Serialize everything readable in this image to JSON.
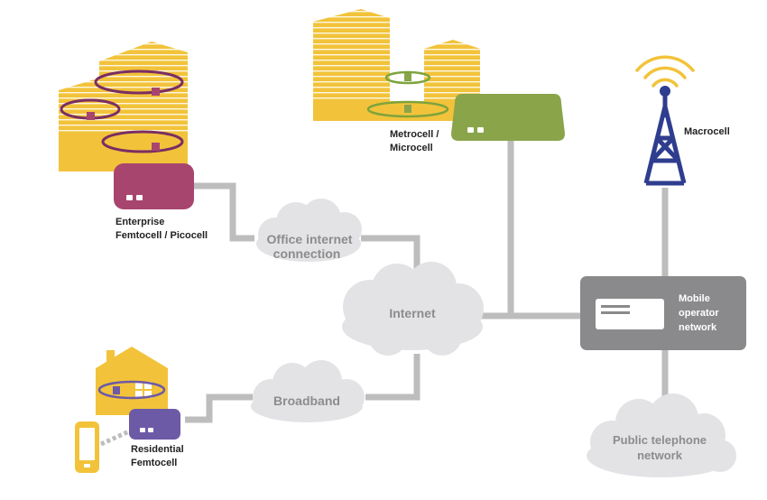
{
  "colors": {
    "building": "#f2c33a",
    "building_stripe": "#ffffff",
    "link": "#bdbdbd",
    "cloud": "#e3e3e6",
    "cloud_text": "#8c8c8c",
    "enterprise_box": "#a8456f",
    "metro_box": "#8aa44a",
    "residential_box": "#6d5aa6",
    "operator_box": "#8a8a8c",
    "tower": "#2f3d8f",
    "signal_arc": "#f2c33a",
    "ring_enterprise": "#7a2e63",
    "ring_metro": "#7ea33c",
    "ring_residential": "#6d5aa6",
    "phone": "#f2c33a",
    "label_text": "#222222"
  },
  "icons": [
    "office-building-icon",
    "cell-tower-icon",
    "house-icon",
    "mobile-phone-icon",
    "router-icon",
    "server-icon",
    "signal-waves-icon"
  ],
  "nodes": {
    "enterprise": {
      "label_line1": "Enterprise",
      "label_line2": "Femtocell / Picocell"
    },
    "metro": {
      "label_line1": "Metrocell /",
      "label_line2": "Microcell"
    },
    "macro": {
      "label": "Macrocell"
    },
    "residential": {
      "label_line1": "Residential",
      "label_line2": "Femtocell"
    },
    "operator": {
      "label_line1": "Mobile",
      "label_line2": "operator",
      "label_line3": "network"
    }
  },
  "clouds": {
    "office": {
      "line1": "Office internet",
      "line2": "connection"
    },
    "internet": {
      "label": "Internet"
    },
    "broadband": {
      "label": "Broadband"
    },
    "pstn": {
      "line1": "Public telephone",
      "line2": "network"
    }
  }
}
